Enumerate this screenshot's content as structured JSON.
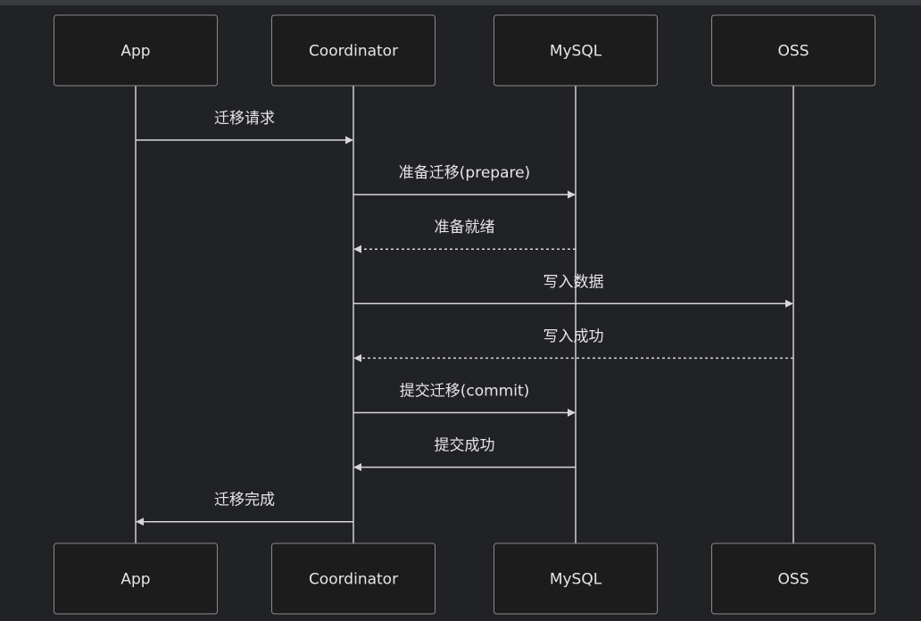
{
  "colors": {
    "background": "#212226",
    "actor_fill": "#1c1c1c",
    "actor_border": "#8a8a8a",
    "line": "#d6d6d6",
    "text": "#e6e6e6"
  },
  "actors": [
    {
      "id": "app",
      "label": "App"
    },
    {
      "id": "coordinator",
      "label": "Coordinator"
    },
    {
      "id": "mysql",
      "label": "MySQL"
    },
    {
      "id": "oss",
      "label": "OSS"
    }
  ],
  "messages": [
    {
      "from": "app",
      "to": "coordinator",
      "label": "迁移请求",
      "style": "solid"
    },
    {
      "from": "coordinator",
      "to": "mysql",
      "label": "准备迁移(prepare)",
      "style": "solid"
    },
    {
      "from": "mysql",
      "to": "coordinator",
      "label": "准备就绪",
      "style": "dashed"
    },
    {
      "from": "coordinator",
      "to": "oss",
      "label": "写入数据",
      "style": "solid"
    },
    {
      "from": "oss",
      "to": "coordinator",
      "label": "写入成功",
      "style": "dashed"
    },
    {
      "from": "coordinator",
      "to": "mysql",
      "label": "提交迁移(commit)",
      "style": "solid"
    },
    {
      "from": "mysql",
      "to": "coordinator",
      "label": "提交成功",
      "style": "solid"
    },
    {
      "from": "coordinator",
      "to": "app",
      "label": "迁移完成",
      "style": "solid"
    }
  ]
}
